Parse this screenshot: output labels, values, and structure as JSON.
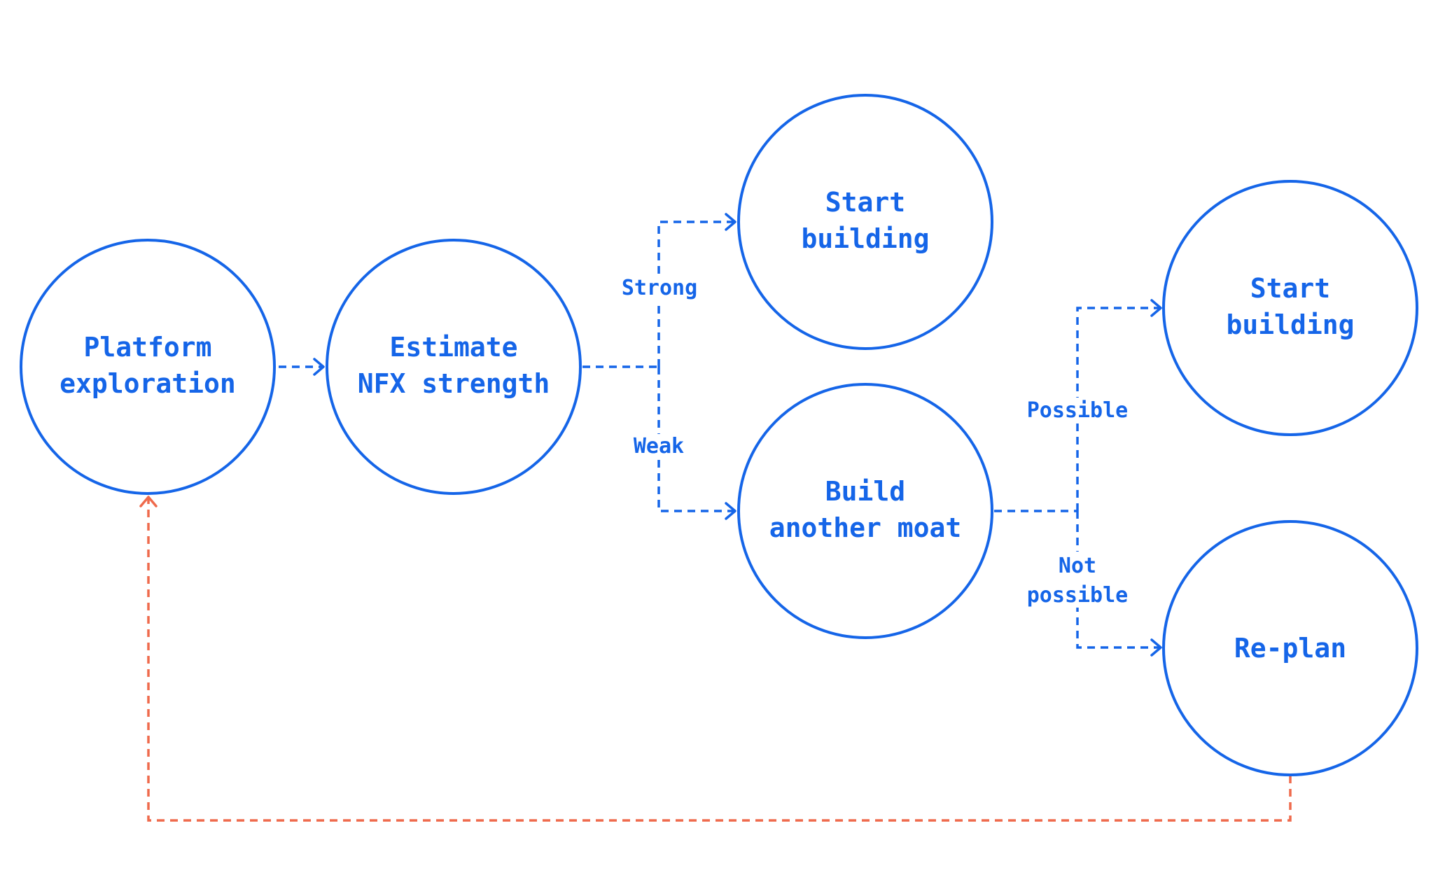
{
  "colors": {
    "primary": "#1565e8",
    "feedback": "#ef6a4c"
  },
  "nodes": {
    "platform_exploration": {
      "lines": [
        "Platform",
        "exploration"
      ]
    },
    "estimate_nfx": {
      "lines": [
        "Estimate",
        "NFX strength"
      ]
    },
    "start_building_1": {
      "lines": [
        "Start",
        "building"
      ]
    },
    "build_moat": {
      "lines": [
        "Build",
        "another moat"
      ]
    },
    "start_building_2": {
      "lines": [
        "Start",
        "building"
      ]
    },
    "replan": {
      "lines": [
        "Re-plan"
      ]
    }
  },
  "edge_labels": {
    "strong": [
      "Strong"
    ],
    "weak": [
      "Weak"
    ],
    "possible": [
      "Possible"
    ],
    "not_possible": [
      "Not",
      "possible"
    ]
  }
}
